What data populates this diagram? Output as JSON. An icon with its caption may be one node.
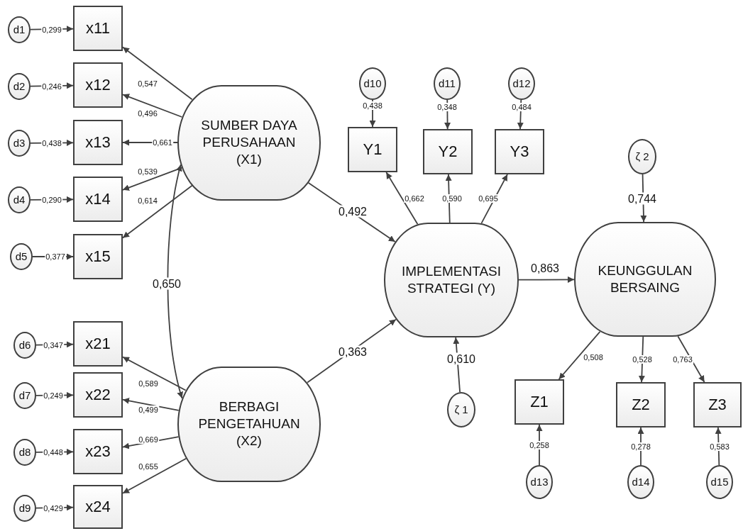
{
  "diagram": {
    "nodes": [
      {
        "text": [
          "d1"
        ]
      },
      {
        "text": [
          "x11"
        ]
      },
      {
        "text": [
          "d2"
        ]
      },
      {
        "text": [
          "x12"
        ]
      },
      {
        "text": [
          "d3"
        ]
      },
      {
        "text": [
          "x13"
        ]
      },
      {
        "text": [
          "d4"
        ]
      },
      {
        "text": [
          "x14"
        ]
      },
      {
        "text": [
          "d5"
        ]
      },
      {
        "text": [
          "x15"
        ]
      },
      {
        "text": [
          "SUMBER DAYA PERUSAHAAN (X1)"
        ]
      },
      {
        "text": [
          "d10"
        ]
      },
      {
        "text": [
          "d11"
        ]
      },
      {
        "text": [
          "d12"
        ]
      },
      {
        "text": [
          "Y1"
        ]
      },
      {
        "text": [
          "Y2"
        ]
      },
      {
        "text": [
          "Y3"
        ]
      },
      {
        "text": [
          "ζ 2"
        ]
      },
      {
        "text": [
          "IMPLEMENTASI STRATEGI (Y)"
        ]
      },
      {
        "text": [
          "KEUNGGULAN BERSAING"
        ]
      },
      {
        "text": [
          "d6"
        ]
      },
      {
        "text": [
          "x21"
        ]
      },
      {
        "text": [
          "d7"
        ]
      },
      {
        "text": [
          "x22"
        ]
      },
      {
        "text": [
          "d8"
        ]
      },
      {
        "text": [
          "x23"
        ]
      },
      {
        "text": [
          "d9"
        ]
      },
      {
        "text": [
          "x24"
        ]
      },
      {
        "text": [
          "BERBAGI PENGETAHUAN (X2)"
        ]
      },
      {
        "text": [
          "ζ 1"
        ]
      },
      {
        "text": [
          "Z1"
        ]
      },
      {
        "text": [
          "Z2"
        ]
      },
      {
        "text": [
          "Z3"
        ]
      },
      {
        "text": [
          "d13"
        ]
      },
      {
        "text": [
          "d14"
        ]
      },
      {
        "text": [
          "d15"
        ]
      }
    ],
    "edges": [
      {
        "from": 0,
        "to": 1,
        "arrow": "to",
        "label": "0,299"
      },
      {
        "from": 2,
        "to": 3,
        "arrow": "to",
        "label": "0,246"
      },
      {
        "from": 4,
        "to": 5,
        "arrow": "to",
        "label": "0,438"
      },
      {
        "from": 6,
        "to": 7,
        "arrow": "to",
        "label": "0,290"
      },
      {
        "from": 8,
        "to": 9,
        "arrow": "to",
        "label": "0,377"
      },
      {
        "from": 10,
        "to": 1,
        "arrow": "to",
        "label": "0,547"
      },
      {
        "from": 10,
        "to": 3,
        "arrow": "to",
        "label": "0,496"
      },
      {
        "from": 10,
        "to": 5,
        "arrow": "to",
        "label": "0,661"
      },
      {
        "from": 10,
        "to": 7,
        "arrow": "to",
        "label": "0,539"
      },
      {
        "from": 10,
        "to": 9,
        "arrow": "to",
        "label": "0,614"
      },
      {
        "from": 10,
        "to": 28,
        "arrow": "both",
        "label": "0,650"
      },
      {
        "from": 20,
        "to": 21,
        "arrow": "to",
        "label": "0,347"
      },
      {
        "from": 22,
        "to": 23,
        "arrow": "to",
        "label": "0,249"
      },
      {
        "from": 24,
        "to": 25,
        "arrow": "to",
        "label": "0,448"
      },
      {
        "from": 26,
        "to": 27,
        "arrow": "to",
        "label": "0,429"
      },
      {
        "from": 28,
        "to": 21,
        "arrow": "to",
        "label": "0,589"
      },
      {
        "from": 28,
        "to": 23,
        "arrow": "to",
        "label": "0,499"
      },
      {
        "from": 28,
        "to": 25,
        "arrow": "to",
        "label": "0,669"
      },
      {
        "from": 28,
        "to": 27,
        "arrow": "to",
        "label": "0,655"
      },
      {
        "from": 10,
        "to": 18,
        "arrow": "to",
        "label": "0,492"
      },
      {
        "from": 28,
        "to": 18,
        "arrow": "to",
        "label": "0,363"
      },
      {
        "from": 11,
        "to": 14,
        "arrow": "to",
        "label": "0,438"
      },
      {
        "from": 12,
        "to": 15,
        "arrow": "to",
        "label": "0,348"
      },
      {
        "from": 13,
        "to": 16,
        "arrow": "to",
        "label": "0,484"
      },
      {
        "from": 18,
        "to": 14,
        "arrow": "to",
        "label": "0,662"
      },
      {
        "from": 18,
        "to": 15,
        "arrow": "to",
        "label": "0,590"
      },
      {
        "from": 18,
        "to": 16,
        "arrow": "to",
        "label": "0,695"
      },
      {
        "from": 29,
        "to": 18,
        "arrow": "to",
        "label": "0,610"
      },
      {
        "from": 18,
        "to": 19,
        "arrow": "to",
        "label": "0,863"
      },
      {
        "from": 17,
        "to": 19,
        "arrow": "to",
        "label": "0,744"
      },
      {
        "from": 19,
        "to": 30,
        "arrow": "to",
        "label": "0,508"
      },
      {
        "from": 19,
        "to": 31,
        "arrow": "to",
        "label": "0,528"
      },
      {
        "from": 19,
        "to": 32,
        "arrow": "to",
        "label": "0,763"
      },
      {
        "from": 33,
        "to": 30,
        "arrow": "to",
        "label": "0,258"
      },
      {
        "from": 34,
        "to": 31,
        "arrow": "to",
        "label": "0,278"
      },
      {
        "from": 35,
        "to": 32,
        "arrow": "to",
        "label": "0,583"
      }
    ]
  }
}
